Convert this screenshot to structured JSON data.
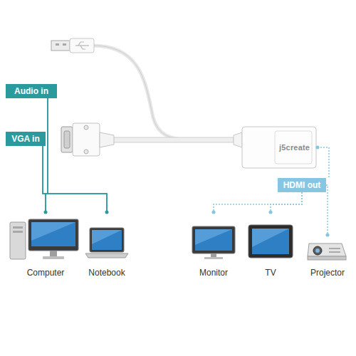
{
  "diagram": {
    "nodes": [
      {
        "text": [
          "Audio in"
        ]
      },
      {
        "text": [
          "VGA in"
        ]
      },
      {
        "text": [
          "HDMI out"
        ]
      },
      {
        "text": [
          "Computer"
        ]
      },
      {
        "text": [
          "Notebook"
        ]
      },
      {
        "text": [
          "Monitor"
        ]
      },
      {
        "text": [
          "TV"
        ]
      },
      {
        "text": [
          "Projector"
        ]
      }
    ],
    "edges": [
      {
        "from": 0,
        "to": 3,
        "arrow": "none"
      },
      {
        "from": 0,
        "to": 4,
        "arrow": "none"
      },
      {
        "from": 1,
        "to": 3,
        "arrow": "none"
      },
      {
        "from": 1,
        "to": 4,
        "arrow": "none"
      },
      {
        "from": 2,
        "to": 5,
        "arrow": "none"
      },
      {
        "from": 2,
        "to": 6,
        "arrow": "none"
      },
      {
        "from": 2,
        "to": 7,
        "arrow": "none"
      }
    ],
    "labels": [
      "j5create"
    ]
  }
}
